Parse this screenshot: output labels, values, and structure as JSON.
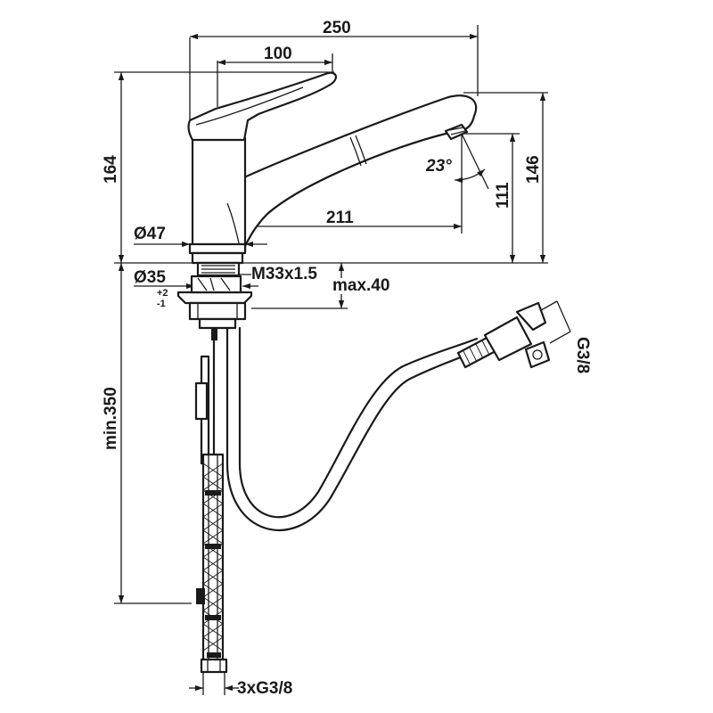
{
  "dimensions": {
    "overall_length": "250",
    "lever_length": "100",
    "height": "164",
    "spout_height": "146",
    "outlet_height": "111",
    "spout_reach": "211",
    "angle": "23°",
    "body_diameter": "Ø47",
    "base_diameter": "Ø35",
    "base_tolerance_plus": "+2",
    "base_tolerance_minus": "-1",
    "thread": "M33x1.5",
    "max_thickness": "max.40",
    "hose_length": "min.350",
    "hose_connection": "G3/8",
    "supply_connections": "3xG3/8"
  }
}
